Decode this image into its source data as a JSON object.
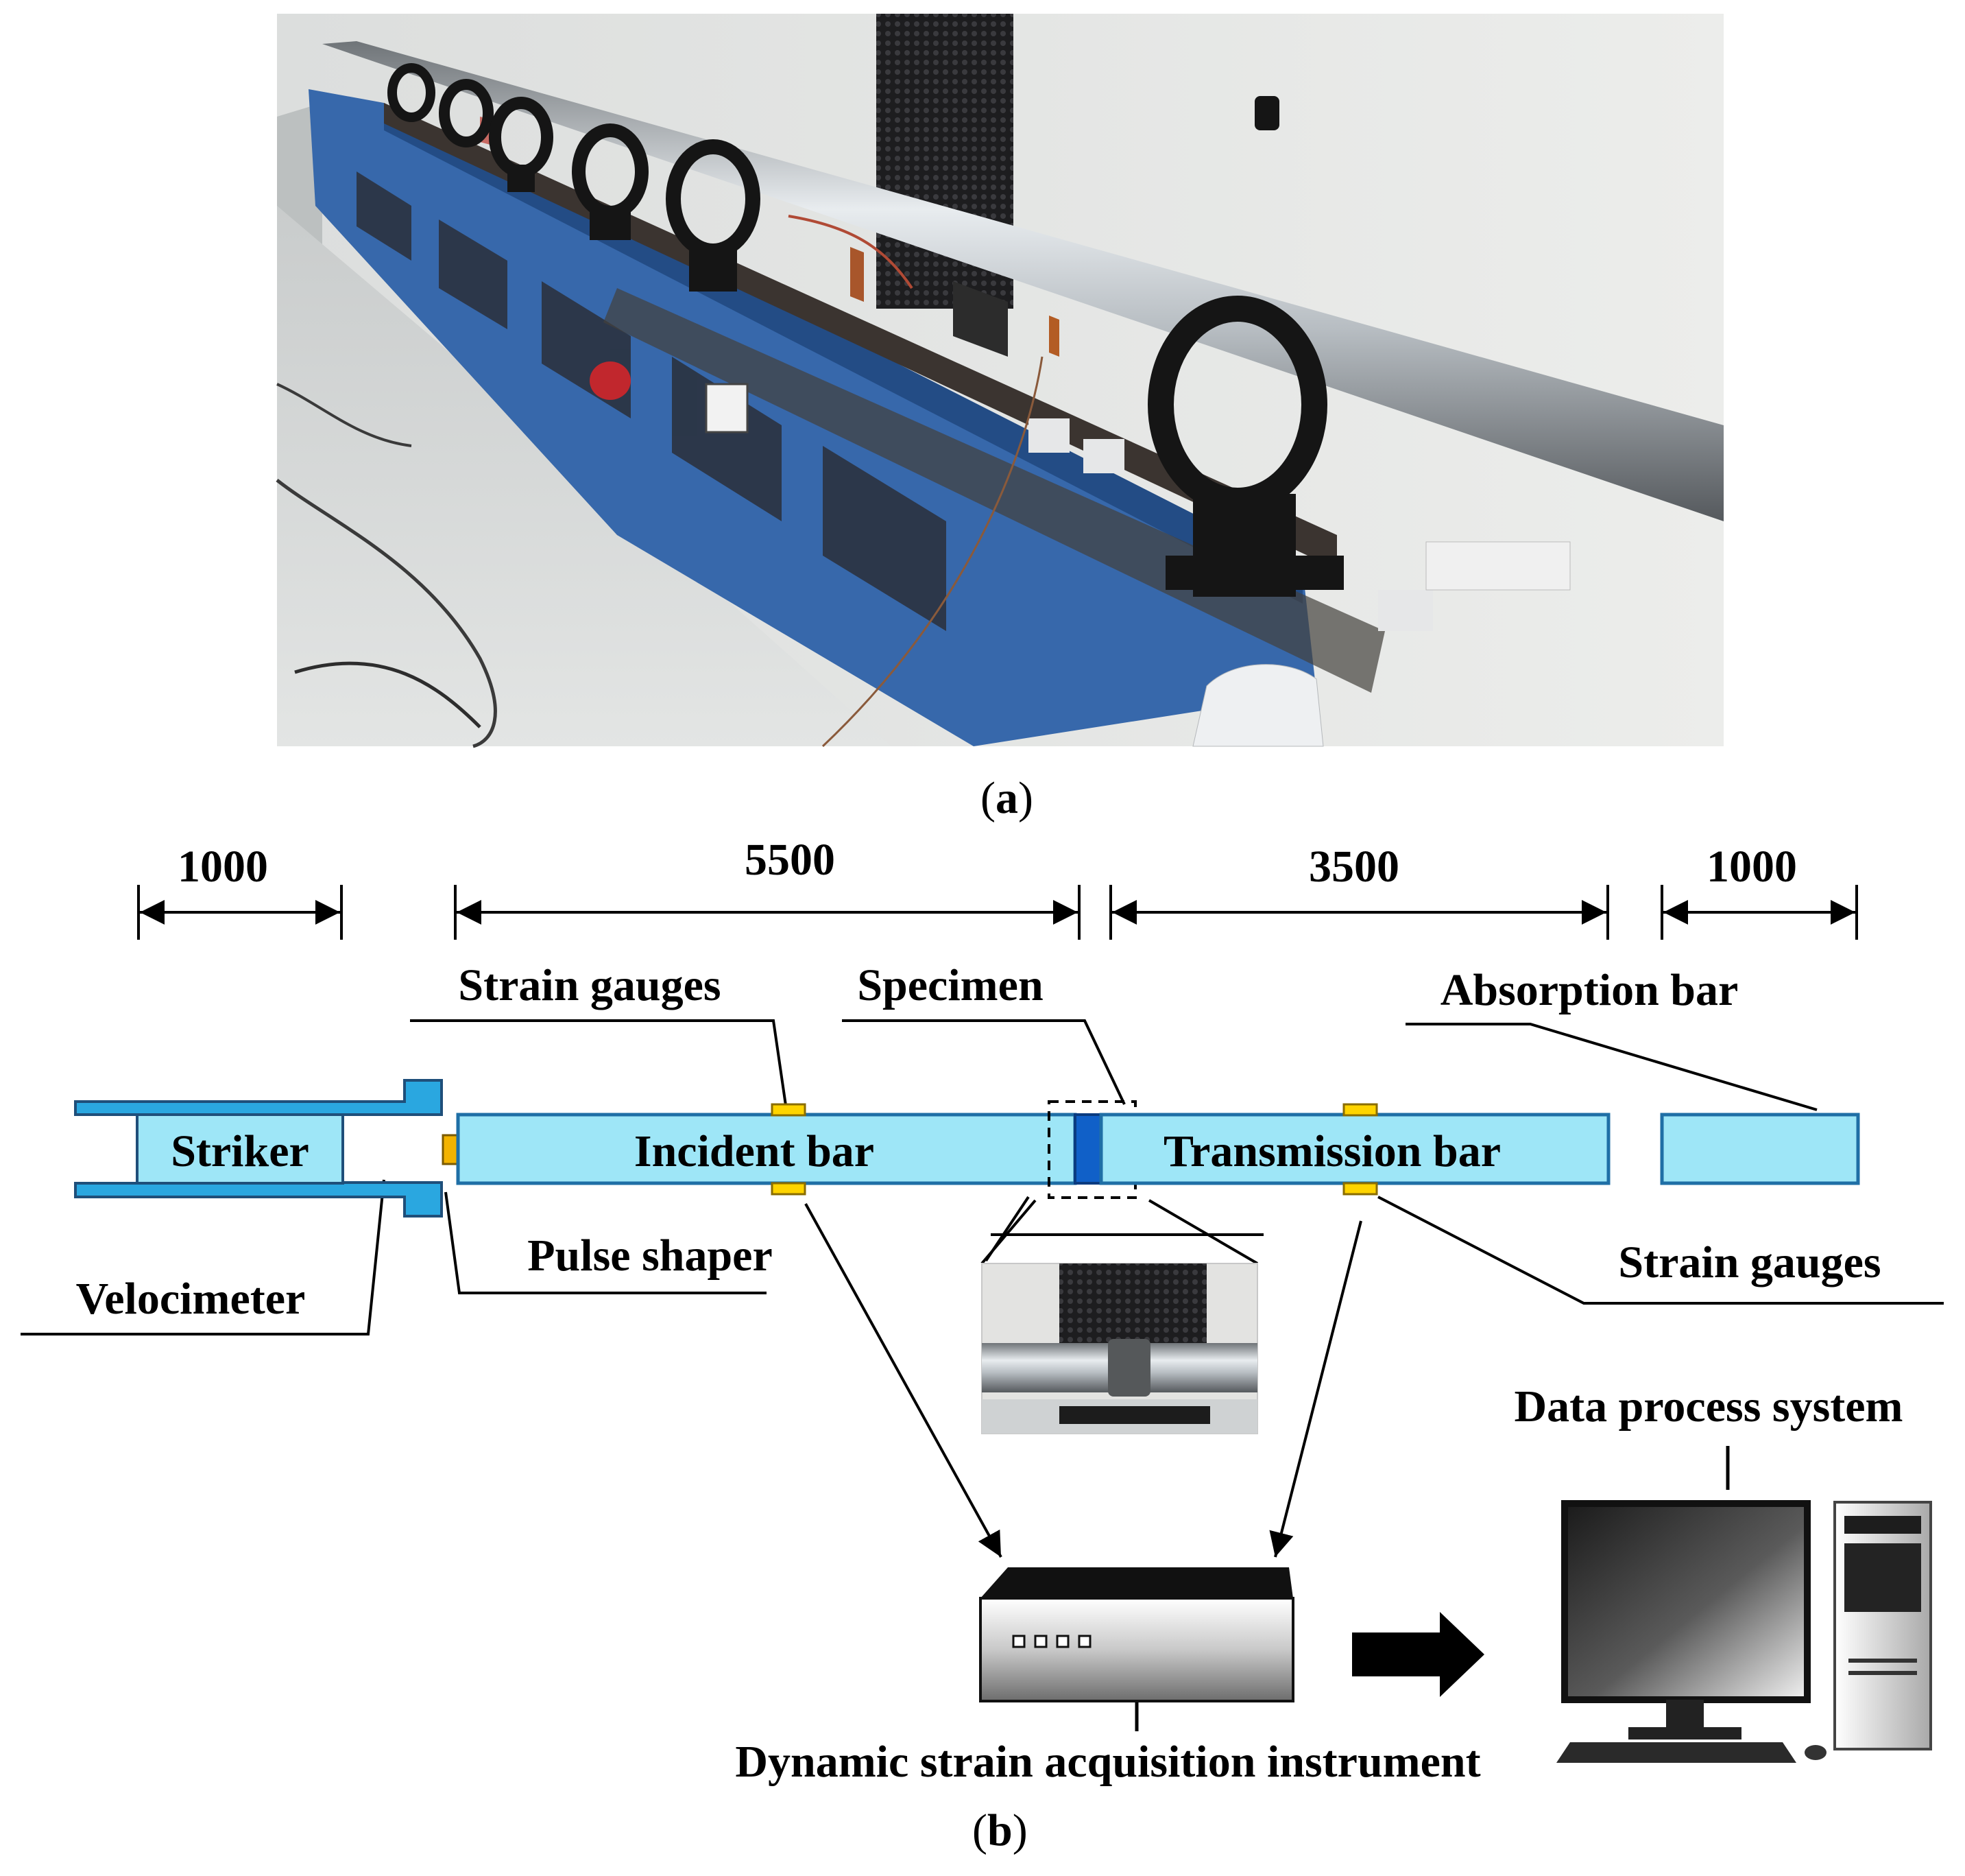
{
  "photo_a": {
    "caption_open": "(",
    "caption_letter": "a",
    "caption_close": ")"
  },
  "dimensions": {
    "striker_length": "1000",
    "incident_length": "5500",
    "transmission_length": "3500",
    "absorption_length": "1000"
  },
  "labels": {
    "strain_gauges_top": "Strain gauges",
    "specimen": "Specimen",
    "absorption_bar": "Absorption bar",
    "striker": "Striker",
    "incident_bar": "Incident bar",
    "transmission_bar": "Transmission bar",
    "pulse_shaper": "Pulse shaper",
    "velocimeter": "Velocimeter",
    "strain_gauges_bottom": "Strain gauges",
    "data_process_system": "Data process system",
    "dynamic_strain": "Dynamic strain acquisition instrument"
  },
  "caption_b": {
    "open": "(",
    "letter": "b",
    "close": ")"
  },
  "colors": {
    "bar_fill": "#9ee6f7",
    "bar_stroke": "#1f6fa6",
    "striker_tube": "#2aa7e0",
    "specimen": "#1060c8",
    "gauge": "#ffd400",
    "frame_blue": "#2f5fa0"
  }
}
